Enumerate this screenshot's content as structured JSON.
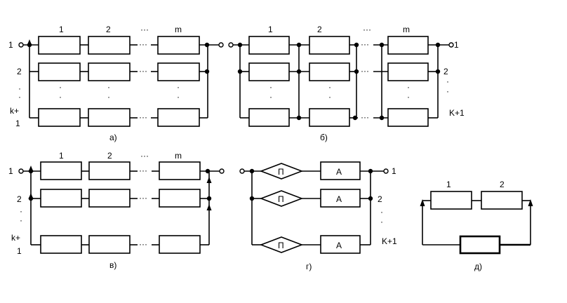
{
  "diagram_a": {
    "caption": "а)",
    "column_labels": [
      "1",
      "2",
      "m"
    ],
    "row_labels": [
      "1",
      "2",
      "k+",
      "1"
    ],
    "ellipsis": "···",
    "right_terminal_label": ""
  },
  "diagram_b": {
    "caption": "б)",
    "column_labels": [
      "1",
      "2",
      "m"
    ],
    "row_labels": [
      "1",
      "2",
      "K+1"
    ],
    "ellipsis": "···"
  },
  "diagram_v": {
    "caption": "в)",
    "column_labels": [
      "1",
      "2",
      "m"
    ],
    "row_labels": [
      "1",
      "2",
      "k+",
      "1"
    ],
    "ellipsis": "···"
  },
  "diagram_g": {
    "caption": "г)",
    "block_p": "П",
    "block_a": "А",
    "row_labels": [
      "1",
      "2",
      "K+1"
    ]
  },
  "diagram_d": {
    "caption": "д)",
    "labels": [
      "1",
      "2"
    ]
  }
}
